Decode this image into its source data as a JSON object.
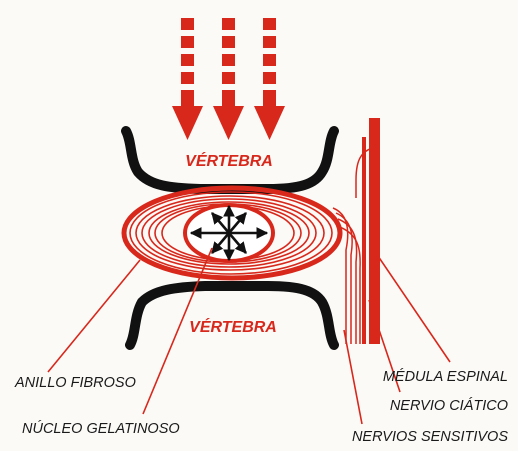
{
  "labels": {
    "vertebra_top": "VÉRTEBRA",
    "vertebra_bottom": "VÉRTEBRA",
    "anillo_fibroso": "ANILLO FIBROSO",
    "nucleo_gelatinoso": "NÚCLEO GELATINOSO",
    "medula_espinal": "MÉDULA ESPINAL",
    "nervio_ciatico": "NERVIO CIÁTICO",
    "nervios_sensitivos": "NERVIOS SENSITIVOS"
  },
  "colors": {
    "accent_red": "#d8281c",
    "bone_black": "#111111",
    "background": "#fbfaf7"
  },
  "icons": {
    "pressure": "down-arrow-icon",
    "expansion": "expansion-arrows-icon"
  }
}
